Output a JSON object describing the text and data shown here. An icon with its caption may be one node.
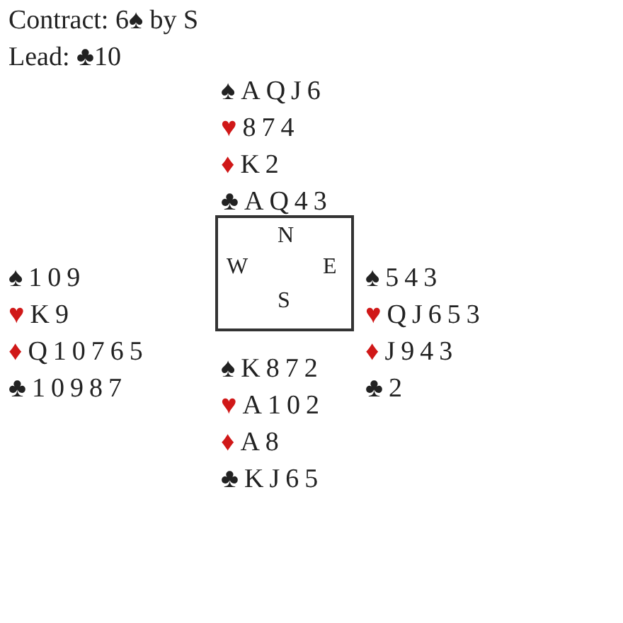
{
  "diagram": {
    "title": "Contract: 6♠ by S",
    "nodes": [
      {
        "text": [
          "N",
          "W",
          "E",
          "S"
        ]
      }
    ],
    "labels": [
      "Lead: ♣10",
      "♠AQJ6",
      "♥874",
      "♦K2",
      "♣AQ43",
      "♠109",
      "♥K9",
      "♦Q10765",
      "♣10987",
      "♠543",
      "♥QJ653",
      "♦J943",
      "♣2",
      "♠K872",
      "♥A102",
      "♦A8",
      "♣KJ65"
    ]
  }
}
